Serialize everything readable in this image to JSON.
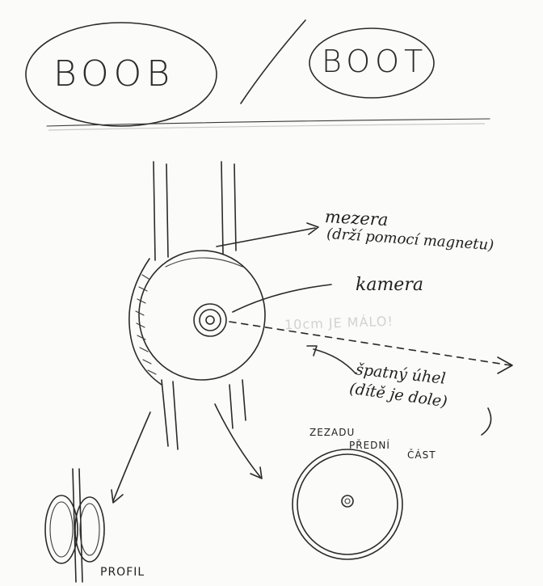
{
  "sketch": {
    "option_left": "BOOB",
    "option_right": "BOOT",
    "label_gap_line1": "mezera",
    "label_gap_line2": "(drží pomocí magnetu)",
    "label_camera": "kamera",
    "label_distance_note": "10cm JE MÁLO!",
    "label_angle_line1": "špatný úhel",
    "label_angle_line2": "(dítě je dole)",
    "label_back_line1": "ZEZADU",
    "label_back_line2": "PŘEDNÍ",
    "label_back_line3": "ČÁST",
    "label_profile": "PROFIL"
  }
}
